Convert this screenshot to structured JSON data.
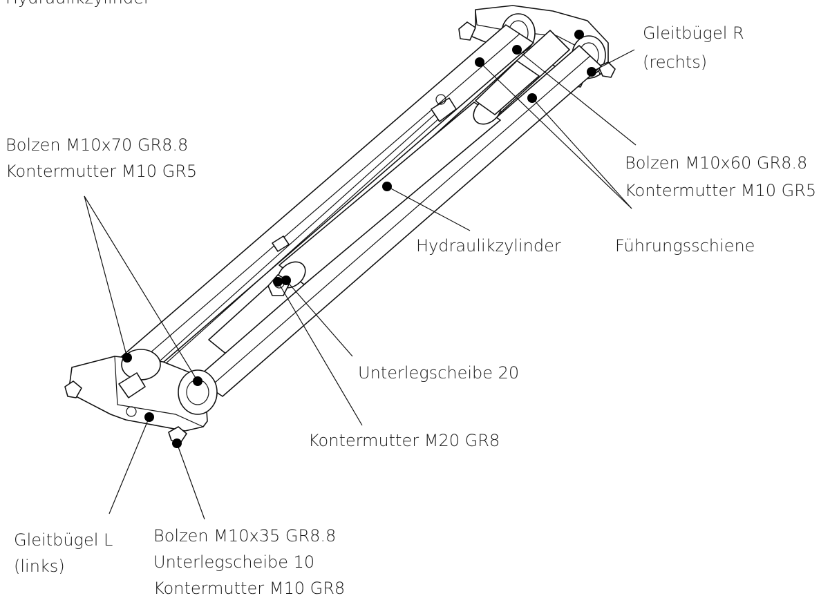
{
  "diagram": {
    "labels": {
      "top_fragment": "Hydraulikzylinder",
      "gleitbuegel_r_1": "Gleitbügel R",
      "gleitbuegel_r_2": "(rechts)",
      "bolzen_m10x70_1": "Bolzen M10x70 GR8.8",
      "bolzen_m10x70_2": "Kontermutter M10 GR5",
      "bolzen_m10x60_1": "Bolzen M10x60 GR8.8",
      "bolzen_m10x60_2": "Kontermutter M10 GR5",
      "hydraulikzylinder": "Hydraulikzylinder",
      "fuehrungsschiene": "Führungsschiene",
      "unterlegscheibe_20": "Unterlegscheibe 20",
      "kontermutter_m20": "Kontermutter M20 GR8",
      "gleitbuegel_l_1": "Gleitbügel L",
      "gleitbuegel_l_2": "(links)",
      "bolzen_m10x35_1": "Bolzen M10x35 GR8.8",
      "bolzen_m10x35_2": "Unterlegscheibe 10",
      "bolzen_m10x35_3": "Kontermutter M10 GR8"
    }
  }
}
